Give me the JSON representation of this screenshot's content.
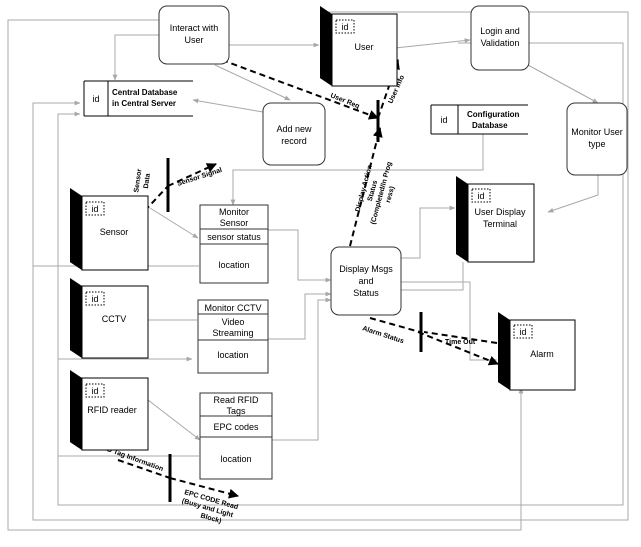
{
  "processes": {
    "interact": [
      "Interact with",
      "User"
    ],
    "login": [
      "Login and",
      "Validation"
    ],
    "add_record": [
      "Add new",
      "record"
    ],
    "monitor_user": [
      "Monitor User",
      "type"
    ],
    "display_msgs": [
      "Display Msgs",
      "and",
      "Status"
    ]
  },
  "databases": {
    "central": {
      "id": "id",
      "lines": [
        "Central Database",
        "in Central Server"
      ]
    },
    "config": {
      "id": "id",
      "lines": [
        "Configuration",
        "Database"
      ]
    }
  },
  "entities": {
    "user": {
      "id": "id",
      "label": "User"
    },
    "sensor": {
      "id": "id",
      "label": "Sensor"
    },
    "cctv": {
      "id": "id",
      "label": "CCTV"
    },
    "rfid": {
      "id": "id",
      "label": "RFID reader"
    },
    "terminal": {
      "id": "id",
      "lines": [
        "User Display",
        "Terminal"
      ]
    },
    "alarm": {
      "id": "id",
      "label": "Alarm"
    }
  },
  "stores": {
    "monitor_sensor": {
      "title": [
        "Monitor",
        "Sensor"
      ],
      "field1": [
        "sensor status"
      ],
      "field2": "location"
    },
    "monitor_cctv": {
      "title": [
        "Monitor CCTV"
      ],
      "field1": [
        "Video",
        "Streaming"
      ],
      "field2": "location"
    },
    "read_rfid": {
      "title": [
        "Read RFID",
        "Tags"
      ],
      "field1": [
        "EPC codes"
      ],
      "field2": "location"
    }
  },
  "flow_labels": {
    "user_request": "User Req",
    "user_info": "User Info",
    "sensor_data": [
      "Sensor",
      "Data"
    ],
    "sensor_signal": "Sensor Signal",
    "display_action": [
      "Display Action",
      "Status",
      "(Completed/In Prog",
      "ress)"
    ],
    "alarm_status": "Alarm Status",
    "time_out": "Time Out",
    "rfid_tag_data": "RFID Tag Information",
    "epc_read": [
      "EPC CODE Read",
      "(Busy and Light",
      "Block)"
    ]
  }
}
